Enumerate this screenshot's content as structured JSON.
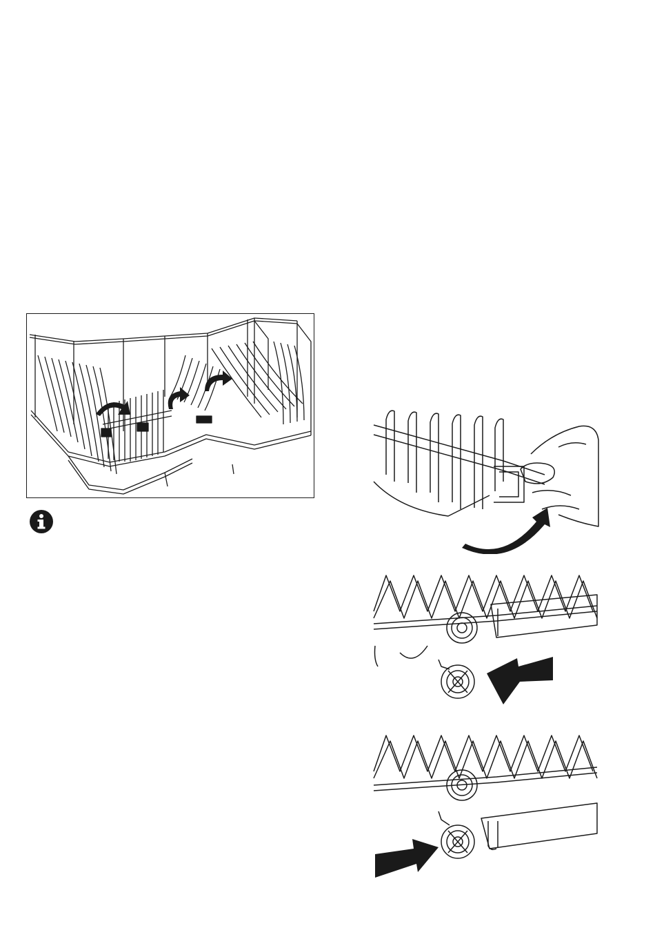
{
  "document": {
    "figures": [
      {
        "id": "rack-with-folding-supports",
        "icon": "dish-rack-illustration"
      },
      {
        "id": "handle-release",
        "icon": "rack-handle-illustration"
      },
      {
        "id": "wheel-removal",
        "icon": "wheel-remove-illustration"
      },
      {
        "id": "wheel-insertion",
        "icon": "wheel-insert-illustration"
      }
    ],
    "note_icon": "info-icon",
    "colors": {
      "ink": "#1a1a1a",
      "paper": "#ffffff"
    }
  }
}
